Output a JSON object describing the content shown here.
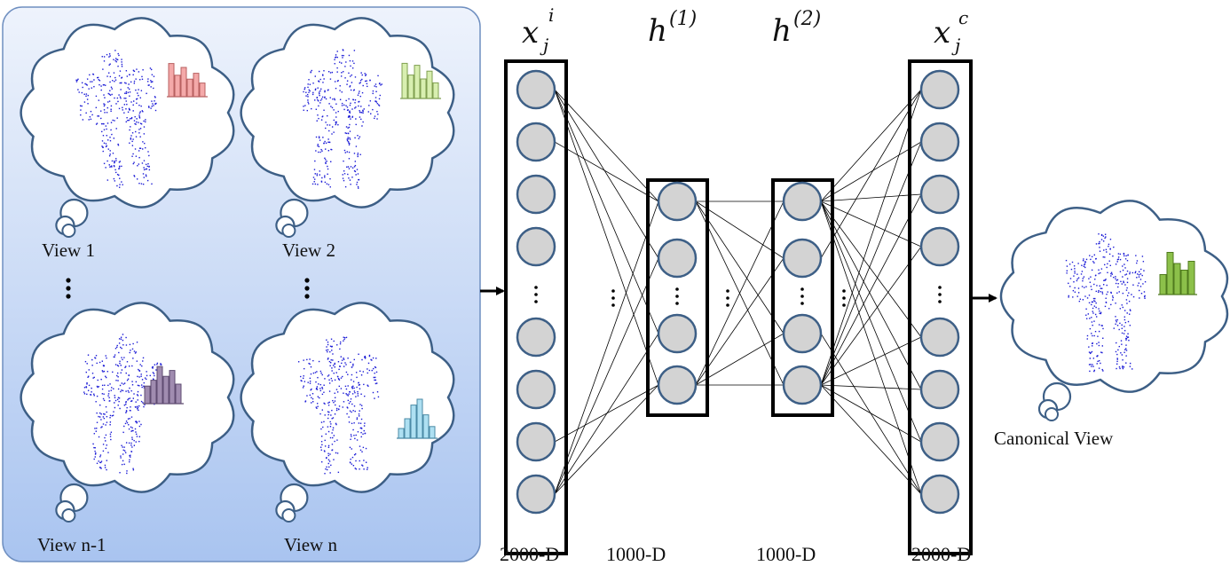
{
  "views": [
    {
      "label": "View 1",
      "point_color": "#1b1bd6",
      "hist_fill": "#f4a9a9",
      "hist_stroke": "#b86060",
      "hist": [
        0.85,
        0.55,
        0.75,
        0.45,
        0.6,
        0.35
      ]
    },
    {
      "label": "View 2",
      "point_color": "#1b1bd6",
      "hist_fill": "#d8efb0",
      "hist_stroke": "#7f9f50",
      "hist": [
        0.9,
        0.6,
        0.85,
        0.5,
        0.7,
        0.4
      ]
    },
    {
      "label": "View n-1",
      "point_color": "#1b1bd6",
      "hist_fill": "#a08cb0",
      "hist_stroke": "#5f4c72",
      "hist": [
        0.45,
        0.6,
        0.95,
        0.7,
        0.85,
        0.5
      ]
    },
    {
      "label": "View n",
      "point_color": "#1b1bd6",
      "hist_fill": "#aee0f2",
      "hist_stroke": "#4a8aa6",
      "hist": [
        0.25,
        0.5,
        0.85,
        1.0,
        0.6,
        0.3
      ]
    }
  ],
  "layers": [
    {
      "id": "input",
      "symbol": "x",
      "sub": "j",
      "sup": "i",
      "dim_label": "2000-D"
    },
    {
      "id": "hidden1",
      "symbol": "h",
      "sup": "(1)",
      "dim_label": "1000-D"
    },
    {
      "id": "hidden2",
      "symbol": "h",
      "sup": "(2)",
      "dim_label": "1000-D"
    },
    {
      "id": "output",
      "symbol": "x",
      "sub": "j",
      "sup": "c",
      "dim_label": "2000-D"
    }
  ],
  "canonical": {
    "label": "Canonical View",
    "hist_fill": "#8cc04a",
    "hist_stroke": "#4f7a1e",
    "hist": [
      0.45,
      0.95,
      0.7,
      0.55,
      0.75
    ]
  },
  "colors": {
    "panel_top": "#eef3fc",
    "panel_bottom": "#a9c4f0",
    "panel_stroke": "#6f8fc0",
    "cloud_stroke": "#3d5f86",
    "neuron_fill": "#d3d3d3",
    "neuron_stroke": "#3d5f86"
  }
}
